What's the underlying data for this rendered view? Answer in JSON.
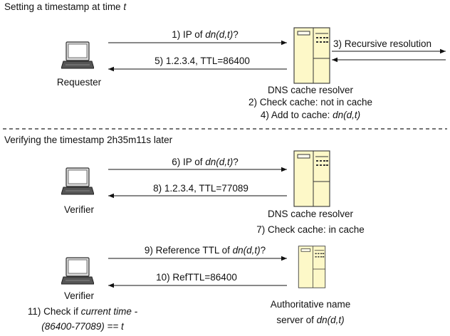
{
  "section1": {
    "title_prefix": "Setting a timestamp at time ",
    "title_var": "t",
    "requester_label": "Requester",
    "arrow1_prefix": "1) IP of ",
    "arrow1_var": "dn(d,t)",
    "arrow1_suffix": "?",
    "arrow3_label": "3) Recursive resolution",
    "arrow5_label": "5) 1.2.3.4, TTL=86400",
    "resolver_label": "DNS cache resolver",
    "step2_label": "2) Check cache: not in cache",
    "step4_prefix": "4) Add to cache: ",
    "step4_var": "dn(d,t)"
  },
  "section2": {
    "title": "Verifying the timestamp 2h35m11s later",
    "verifier1_label": "Verifier",
    "arrow6_prefix": "6) IP of ",
    "arrow6_var": "dn(d,t)",
    "arrow6_suffix": "?",
    "arrow8_label": "8) 1.2.3.4, TTL=77089",
    "resolver_label": "DNS cache resolver",
    "step7_label": "7) Check cache: in cache",
    "verifier2_label": "Verifier",
    "arrow9_prefix": "9) Reference TTL of ",
    "arrow9_var": "dn(d,t)",
    "arrow9_suffix": "?",
    "arrow10_label": "10) RefTTL=86400",
    "auth_label_line1": "Authoritative name",
    "auth_label_line2_prefix": "server of ",
    "auth_label_line2_var": "dn(d,t)",
    "step11_prefix": "11) Check if ",
    "step11_italic1": "current time -",
    "step11_italic2": "(86400-77089) == t"
  },
  "icons": {
    "computer": "laptop-icon",
    "server": "server-icon"
  },
  "colors": {
    "server_fill": "#fdf8c8",
    "line": "#111111"
  }
}
